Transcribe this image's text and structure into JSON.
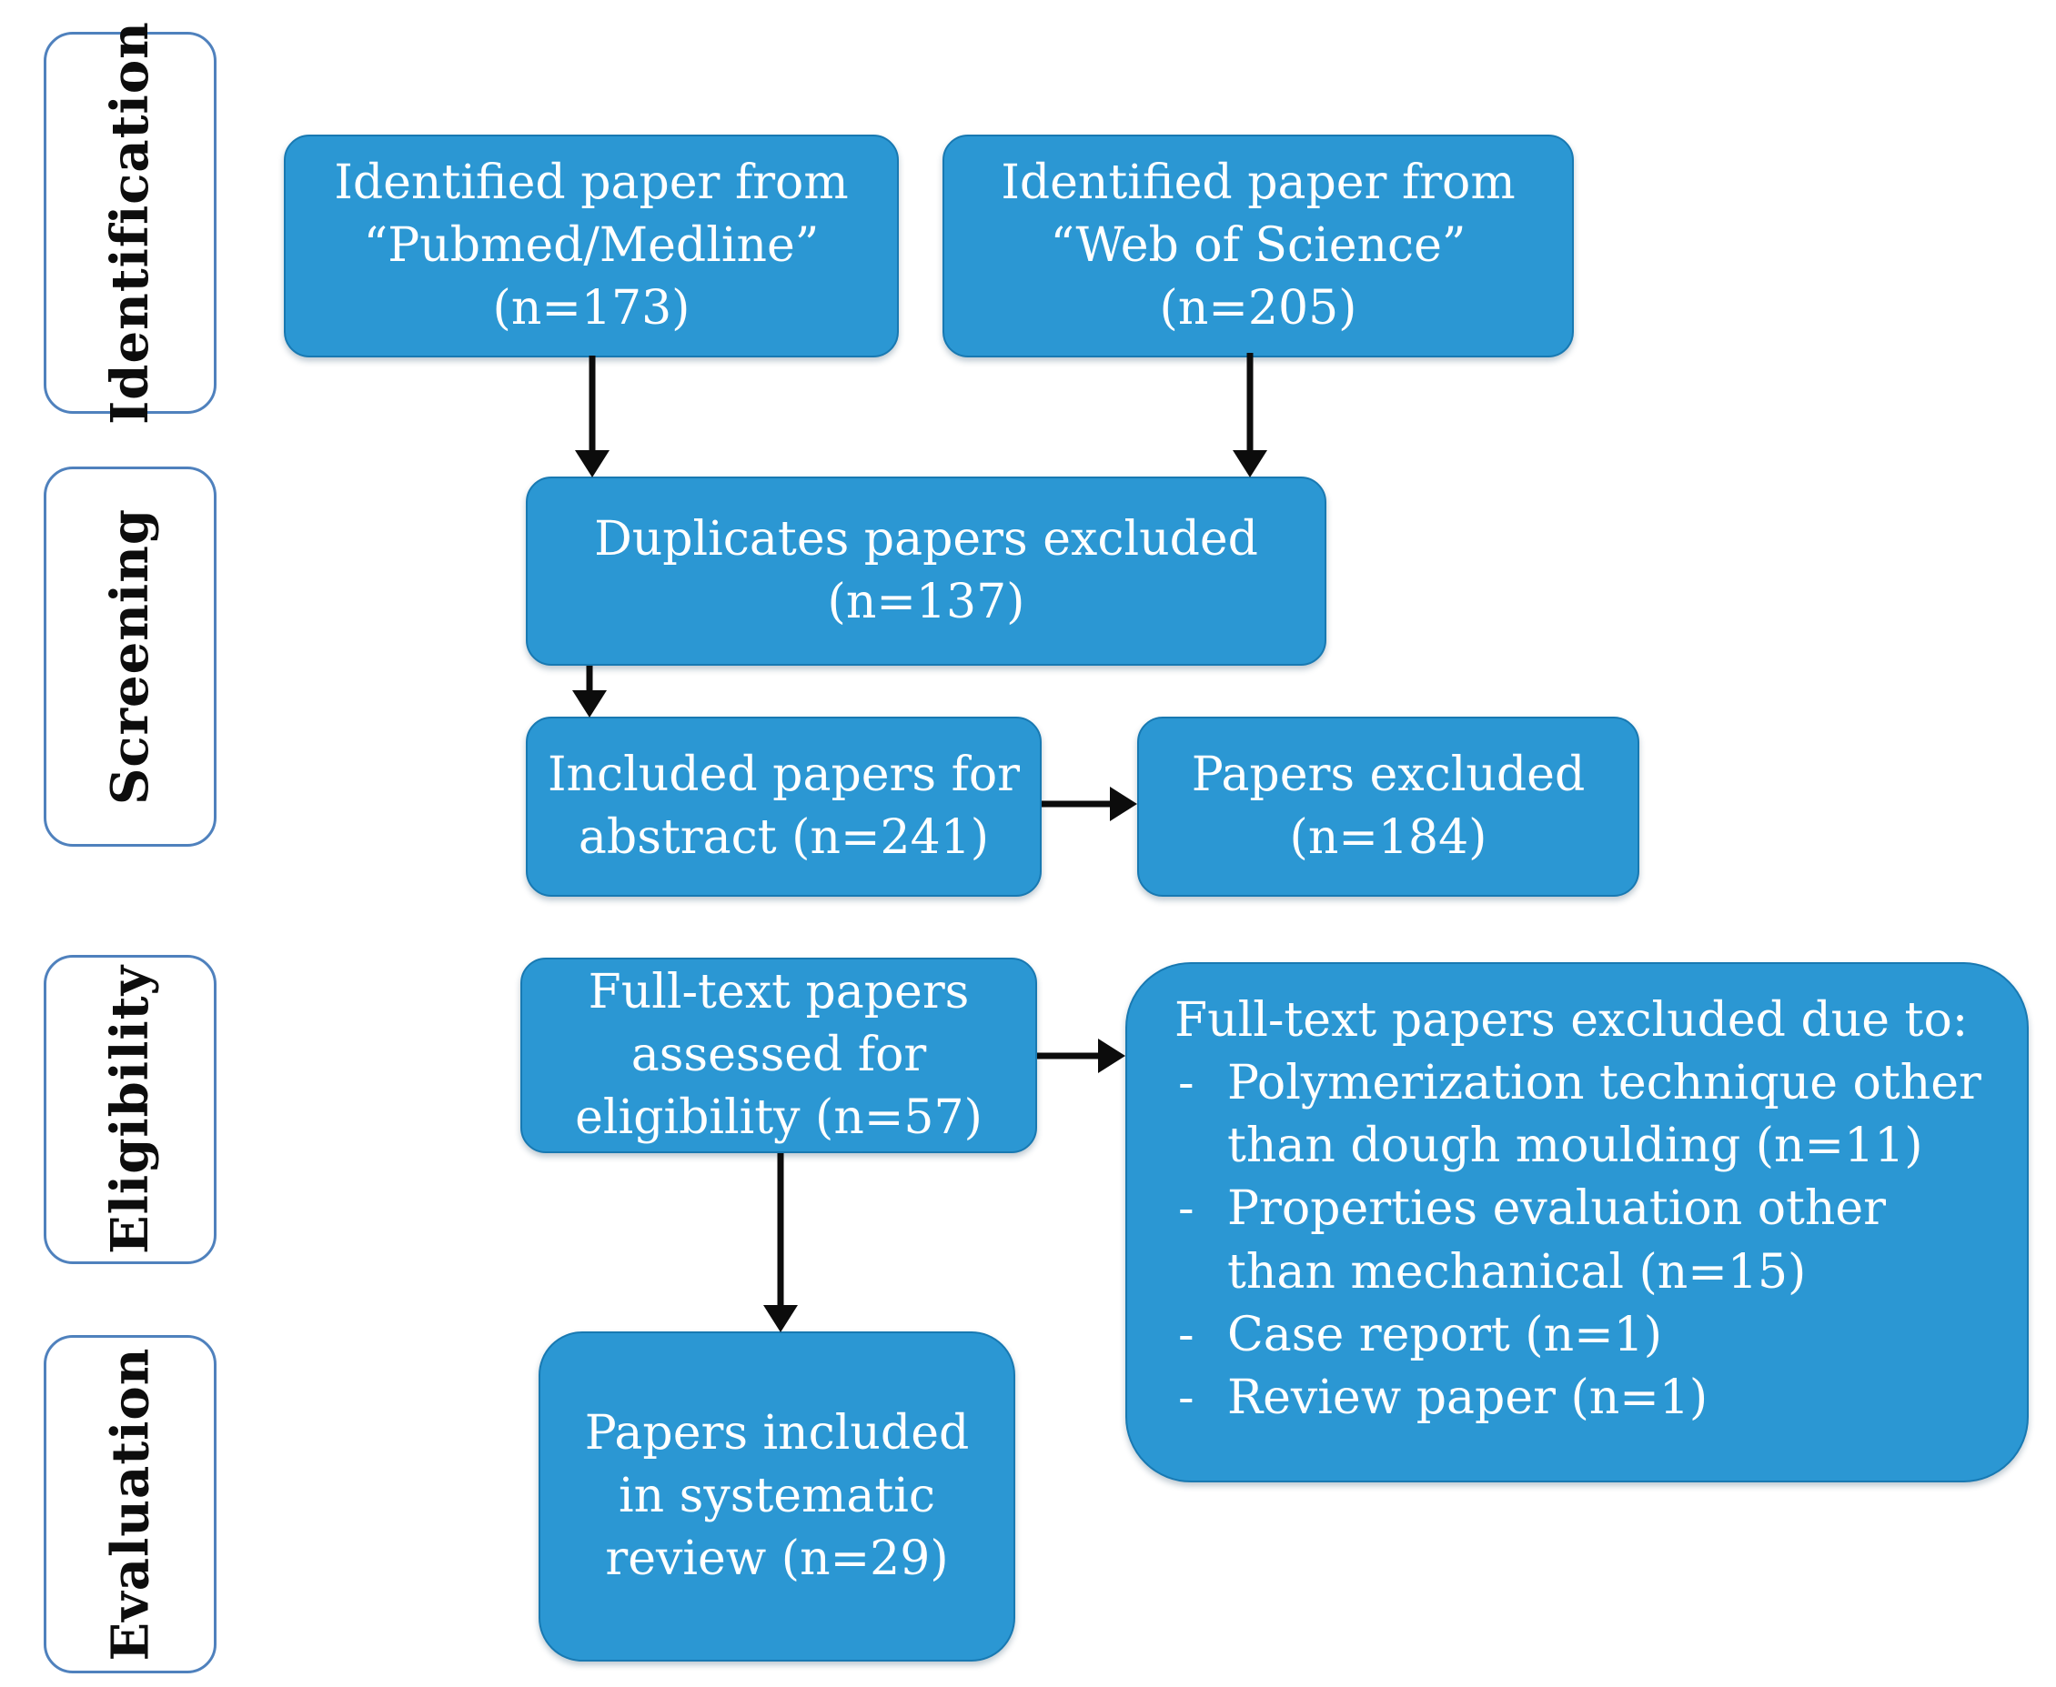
{
  "figure": {
    "type": "prisma-flow-diagram",
    "colors": {
      "node_fill": "#2b97d3",
      "node_border": "#1879b2",
      "node_text": "#ffffff",
      "stage_border": "#4f81bd",
      "stage_text": "#0d0d0d",
      "arrow": "#0c0c0c",
      "background": "#ffffff"
    }
  },
  "stages": [
    {
      "label": "Identification"
    },
    {
      "label": "Screening"
    },
    {
      "label": "Eligibility"
    },
    {
      "label": "Evaluation"
    }
  ],
  "nodes": {
    "pubmed": {
      "text": "Identified paper from\n“Pubmed/Medline”\n(n=173)"
    },
    "wos": {
      "text": "Identified paper from\n“Web of Science”\n(n=205)"
    },
    "duplicates": {
      "text": "Duplicates papers excluded\n(n=137)"
    },
    "abstract": {
      "text": "Included papers for\nabstract (n=241)"
    },
    "excluded": {
      "text": "Papers excluded\n(n=184)"
    },
    "fulltext": {
      "text": "Full-text papers\nassessed for\neligibility (n=57)"
    },
    "fulltext_excluded": {
      "header": "Full-text papers excluded due to:",
      "marker": "-",
      "items": [
        "Polymerization technique other\nthan dough moulding (n=11)",
        "Properties evaluation other\nthan mechanical (n=15)",
        "Case report (n=1)",
        "Review paper (n=1)"
      ]
    },
    "included": {
      "text": "Papers included\nin systematic\nreview (n=29)"
    }
  }
}
